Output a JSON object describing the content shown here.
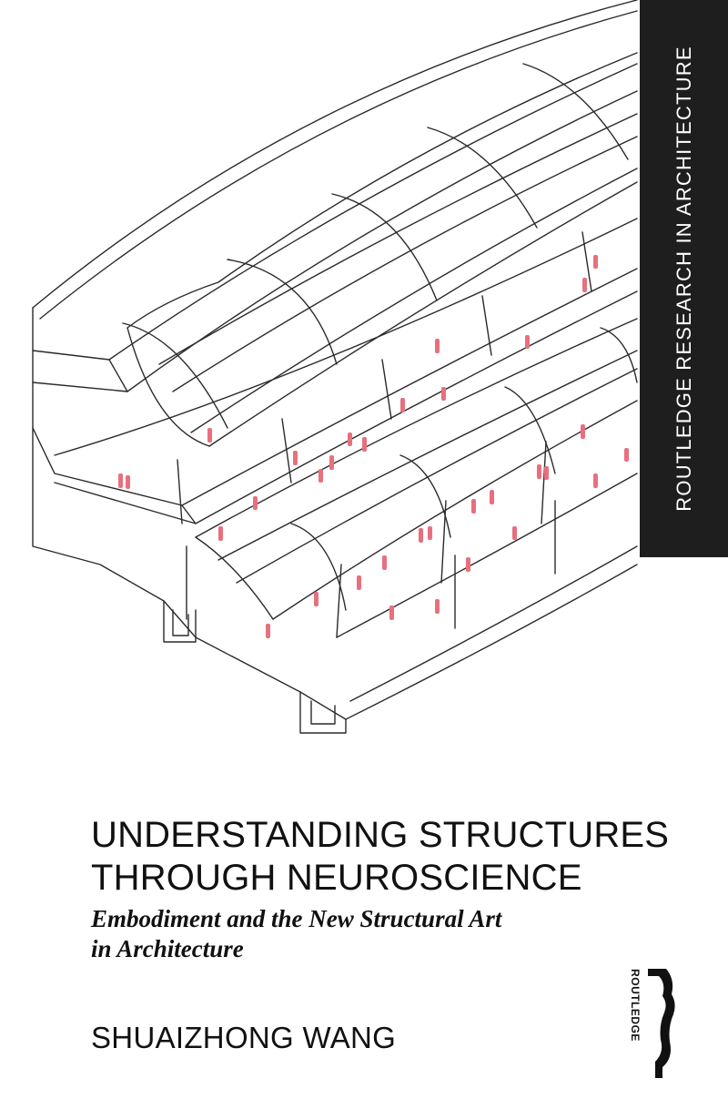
{
  "series": {
    "label": "ROUTLEDGE RESEARCH IN ARCHITECTURE"
  },
  "book": {
    "title_line1": "UNDERSTANDING STRUCTURES",
    "title_line2": "THROUGH NEUROSCIENCE",
    "subtitle_line1": "Embodiment and the New Structural Art",
    "subtitle_line2": "in Architecture",
    "author": "SHUAIZHONG WANG"
  },
  "publisher": {
    "name": "ROUTLEDGE"
  },
  "colors": {
    "band": "#1e1e1e",
    "figures": "#e8707e",
    "lines": "#2a2a2a"
  }
}
